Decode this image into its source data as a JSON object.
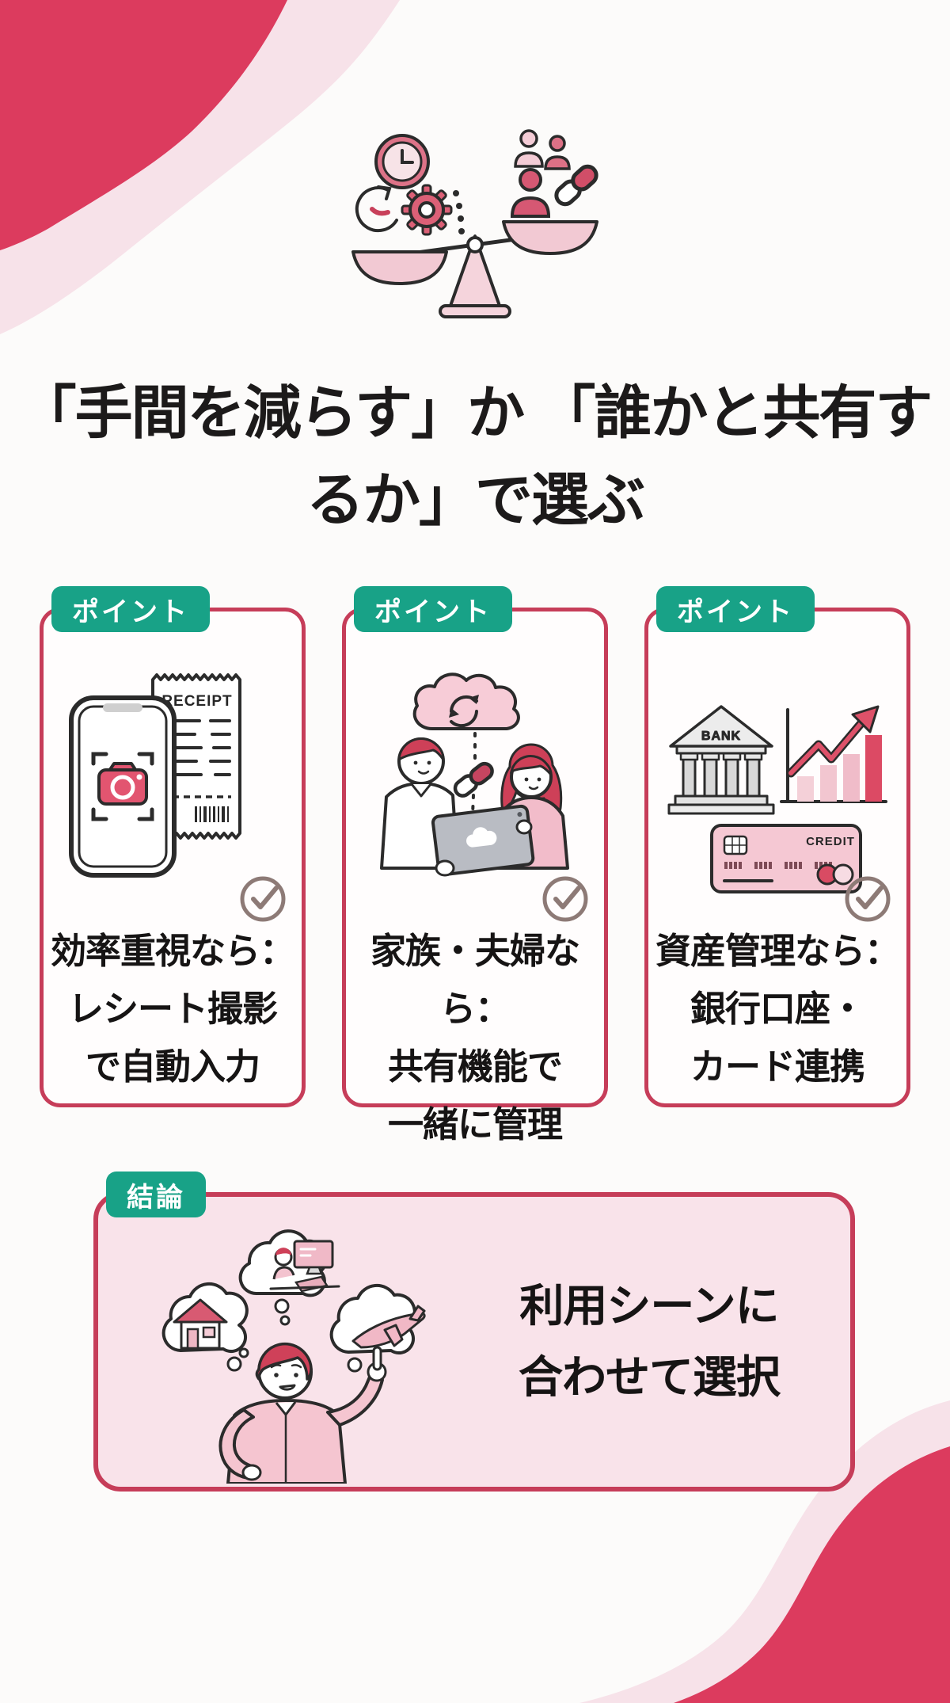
{
  "page": {
    "background": "#fcfbfa",
    "accent_red": "#dc3b5e",
    "soft_pink": "#f7e2e9",
    "badge_green": "#18a287",
    "card_border_red": "#c63d59",
    "check_color": "#8d7a76",
    "text_color": "#1c1a1a"
  },
  "header": {
    "title_line1": "「手間を減らす」か",
    "title_line2": "「誰かと共有するか」で選ぶ"
  },
  "cards": [
    {
      "badge": "ポイント",
      "labels": {
        "receipt": "RECEIPT"
      },
      "lines": [
        "効率重視なら：",
        "レシート撮影",
        "で自動入力"
      ]
    },
    {
      "badge": "ポイント",
      "lines": [
        "家族・夫婦なら：",
        "共有機能で",
        "一緒に管理"
      ]
    },
    {
      "badge": "ポイント",
      "labels": {
        "bank": "BANK",
        "credit": "CREDIT"
      },
      "lines": [
        "資産管理なら：",
        "銀行口座・",
        "カード連携"
      ]
    }
  ],
  "conclusion": {
    "badge": "結論",
    "lines": [
      "利用シーンに",
      "合わせて選択"
    ]
  }
}
